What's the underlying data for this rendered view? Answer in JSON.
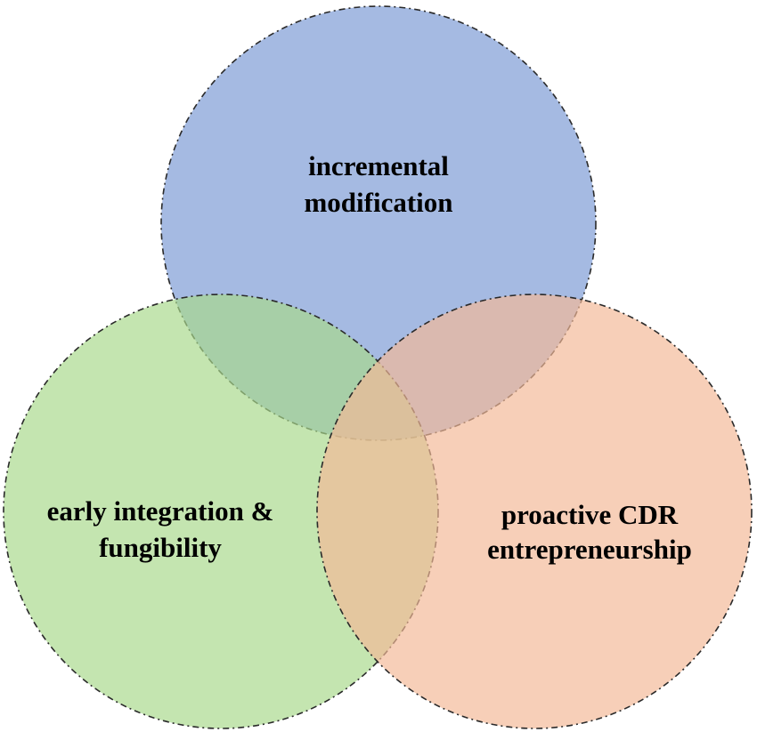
{
  "diagram": {
    "type": "venn",
    "sets": [
      {
        "id": "top",
        "lines": [
          "incremental",
          "modification"
        ],
        "color": "#7b9ad4"
      },
      {
        "id": "left",
        "lines": [
          "early integration &",
          "fungibility"
        ],
        "color": "#a8d88a"
      },
      {
        "id": "right",
        "lines": [
          "proactive CDR",
          "entrepreneurship"
        ],
        "color": "#f3b896"
      }
    ],
    "fill_opacity": 0.68,
    "outline_color": "#2a2a2a"
  }
}
